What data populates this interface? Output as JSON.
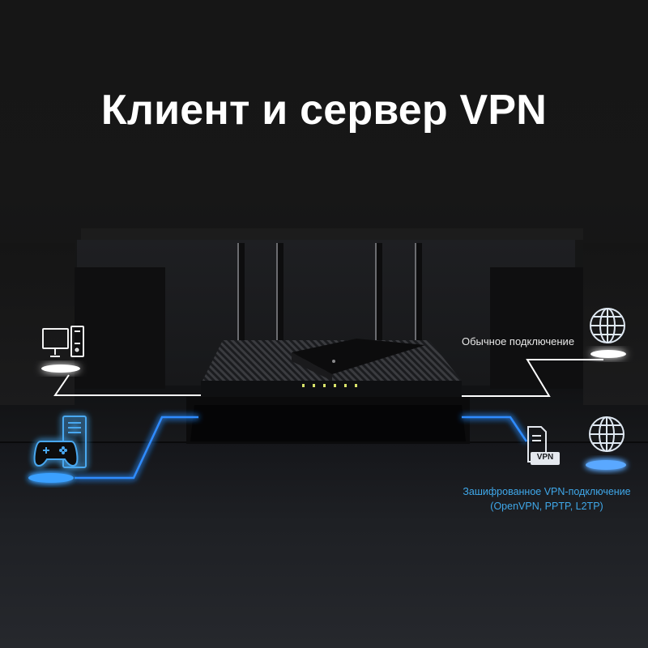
{
  "title": "Клиент и сервер VPN",
  "labels": {
    "plain_connection": "Обычное подключение",
    "vpn_connection_line1": "Зашифрованное VPN-подключение",
    "vpn_connection_line2": "(OpenVPN, PPTP, L2TP)",
    "vpn_badge": "VPN"
  },
  "icons": {
    "left_top": "desktop-computer-icon",
    "left_bottom": "gamepad-and-pc-tower-icon",
    "right_top": "globe-icon",
    "right_middle": "vpn-server-icon",
    "right_bottom": "globe-icon"
  },
  "router": {
    "led_count": 6,
    "led_color": "#d8e36a"
  },
  "colors": {
    "background": "#141414",
    "plain_line": "#ffffff",
    "vpn_line": "#2f8cff",
    "vpn_text": "#3fa8ea",
    "icon_white": "#e8eef5",
    "icon_blue": "#4aa8f0"
  }
}
